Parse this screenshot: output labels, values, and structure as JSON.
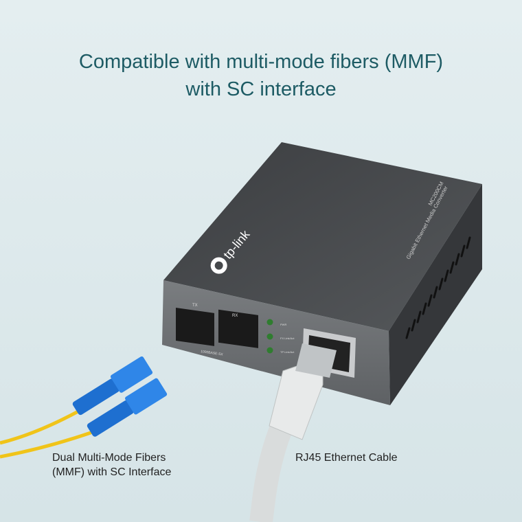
{
  "headline": {
    "line1": "Compatible with multi-mode fibers (MMF)",
    "line2": "with SC interface"
  },
  "labels": {
    "fiber_line1": "Dual Multi-Mode Fibers",
    "fiber_line2": "(MMF) with SC Interface",
    "rj45": "RJ45 Ethernet Cable"
  },
  "device": {
    "brand": "tp-link",
    "model": "MC200CM",
    "description": "Gigabit Ethernet Media Converter",
    "port_tx": "TX",
    "port_rx": "RX",
    "fiber_standard": "1000BASE-SX",
    "led_pwr": "PWR",
    "led_fx": "FX Link/Act",
    "led_tp": "TP Link/Act"
  },
  "colors": {
    "background": "#dce8ea",
    "headline": "#1d5b64",
    "device_body": "#4a4c4f",
    "fiber_connector": "#1e6fd0",
    "fiber_cable": "#f0c419",
    "ethernet_cable": "#e6e8e8"
  }
}
